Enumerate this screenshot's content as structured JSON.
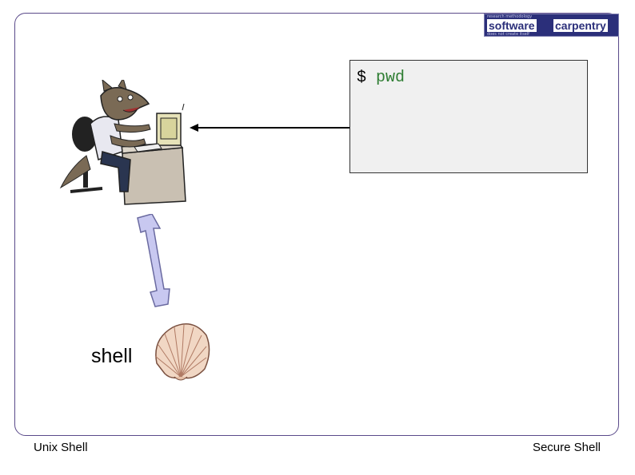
{
  "logo": {
    "word1": "software",
    "word2": "carpentry",
    "tagline_top": "research methodology",
    "tagline_bottom": "does not create itself"
  },
  "terminal": {
    "prompt": "$",
    "command": "pwd"
  },
  "diagram": {
    "shell_label": "shell"
  },
  "footer": {
    "left": "Unix Shell",
    "right": "Secure Shell"
  },
  "colors": {
    "frame": "#5a4a8a",
    "command": "#2e7d32",
    "double_arrow": "#c8c8f0",
    "logo_bg": "#2b2f7a"
  }
}
